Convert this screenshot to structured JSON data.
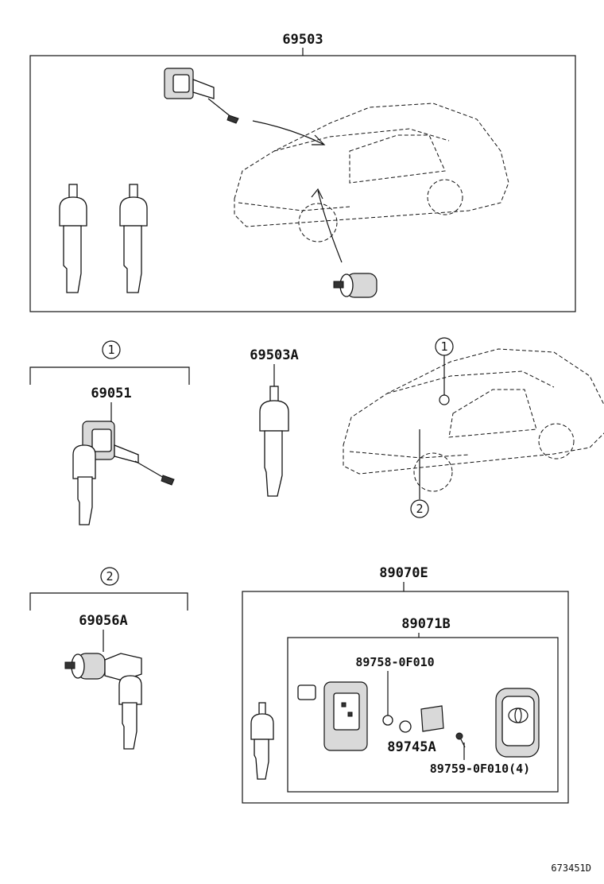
{
  "diagram": {
    "labels": {
      "set_main": "69503",
      "lock_door": "69051",
      "key_blank": "69503A",
      "lock_cyl": "69056A",
      "remote_set": "89070E",
      "remote_sub": "89071B",
      "part_a": "89758-0F010",
      "part_b": "89745A",
      "part_c": "89759-0F010(4)"
    },
    "markers": {
      "m1": "1",
      "m2": "2"
    },
    "drawing_code": "673451D"
  }
}
